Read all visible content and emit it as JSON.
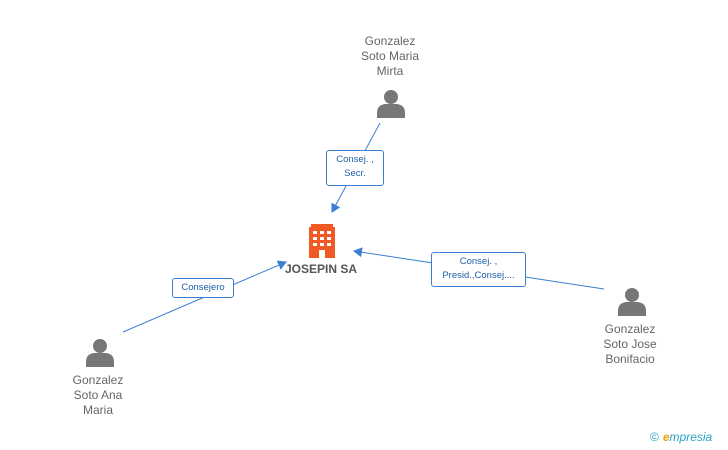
{
  "company": {
    "name": "JOSEPIN SA",
    "icon": "building-icon",
    "color": "#f15a24"
  },
  "people": [
    {
      "id": "mirta",
      "lines": [
        "Gonzalez",
        "Soto Maria",
        "Mirta"
      ],
      "icon": "person-icon"
    },
    {
      "id": "jose",
      "lines": [
        "Gonzalez",
        "Soto Jose",
        "Bonifacio"
      ],
      "icon": "person-icon"
    },
    {
      "id": "ana",
      "lines": [
        "Gonzalez",
        "Soto Ana",
        "Maria"
      ],
      "icon": "person-icon"
    }
  ],
  "relations": [
    {
      "from": "mirta",
      "lines": [
        "Consej. ,",
        "Secr."
      ]
    },
    {
      "from": "jose",
      "lines": [
        "Consej. ,",
        "Presid.,Consej...."
      ]
    },
    {
      "from": "ana",
      "lines": [
        "Consejero"
      ]
    }
  ],
  "colors": {
    "edge": "#3a7fd4",
    "person": "#777777",
    "company": "#f15a24"
  },
  "watermark": {
    "copyright": "©",
    "brand_initial": "e",
    "brand_rest": "mpresia"
  }
}
